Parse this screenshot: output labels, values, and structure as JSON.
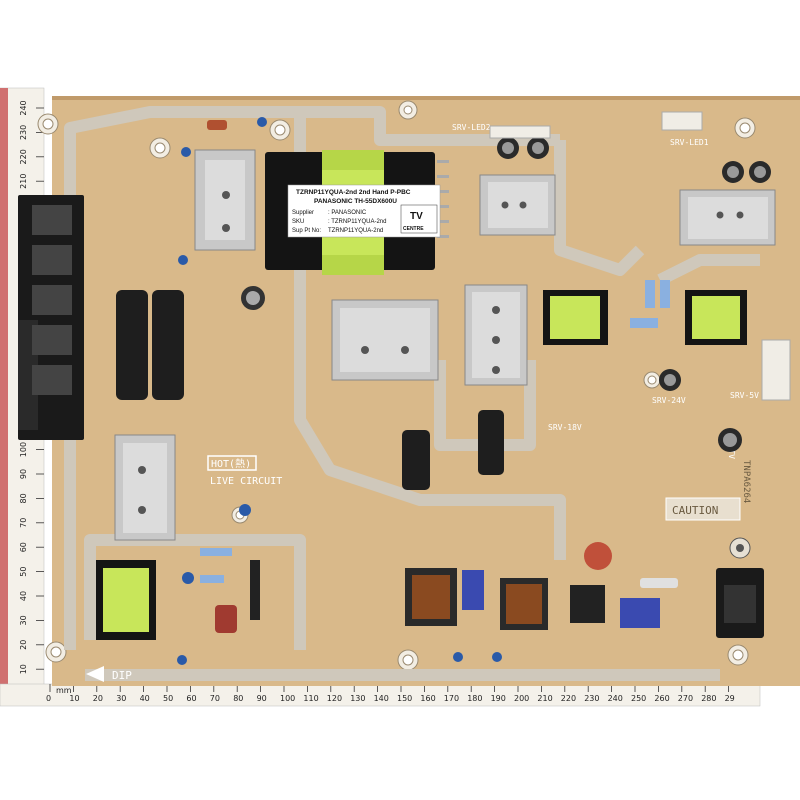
{
  "sticker": {
    "line1": "TZRNP11YQUA-2nd 2nd Hand P-PBC",
    "line2": "PANASONIC TH-55DX600U",
    "supplier_label": "Supplier",
    "supplier_value": ": PANASONIC",
    "sku_label": "SKU",
    "sku_value": ": TZRNP11YQUA-2nd",
    "sup_pt_label": "Sup Pt No:",
    "sup_pt_value": "TZRNP11YQUA-2nd",
    "logo_tv": "TV",
    "logo_centre": "CENTRE"
  },
  "board_text": {
    "hot_label": "HOT(熱)",
    "live_circuit": "LIVE CIRCUIT",
    "dip": "DIP",
    "caution": "CAUTION",
    "board_code": "TNPA6264",
    "srv_led2": "SRV-LED2",
    "srv_led1": "SRV-LED1",
    "srv_24v": "SRV-24V",
    "srv_5v": "SRV-5V",
    "srv_18v": "SRV-18V",
    "srv_tv": "SRV-TV"
  },
  "ruler": {
    "unit": "mm",
    "h_ticks": [
      "0",
      "10",
      "20",
      "30",
      "40",
      "50",
      "60",
      "70",
      "80",
      "90",
      "100",
      "110",
      "120",
      "130",
      "140",
      "150",
      "160",
      "170",
      "180",
      "190",
      "200",
      "210",
      "220",
      "230",
      "240",
      "250",
      "260",
      "270",
      "280",
      "29"
    ],
    "v_ticks": [
      "240",
      "230",
      "220",
      "210",
      "200",
      "190",
      "180",
      "170",
      "160",
      "150",
      "140",
      "130",
      "120",
      "110",
      "100",
      "90",
      "80",
      "70",
      "60",
      "50",
      "40",
      "30",
      "20",
      "10"
    ]
  },
  "colors": {
    "board": "#d9b98a",
    "trace": "#c9c2b6",
    "heatsink": "#c8c8c8",
    "transformer": "#111111",
    "coil_yellow": "#c8e65a",
    "ruler": "#f4f1ea"
  }
}
